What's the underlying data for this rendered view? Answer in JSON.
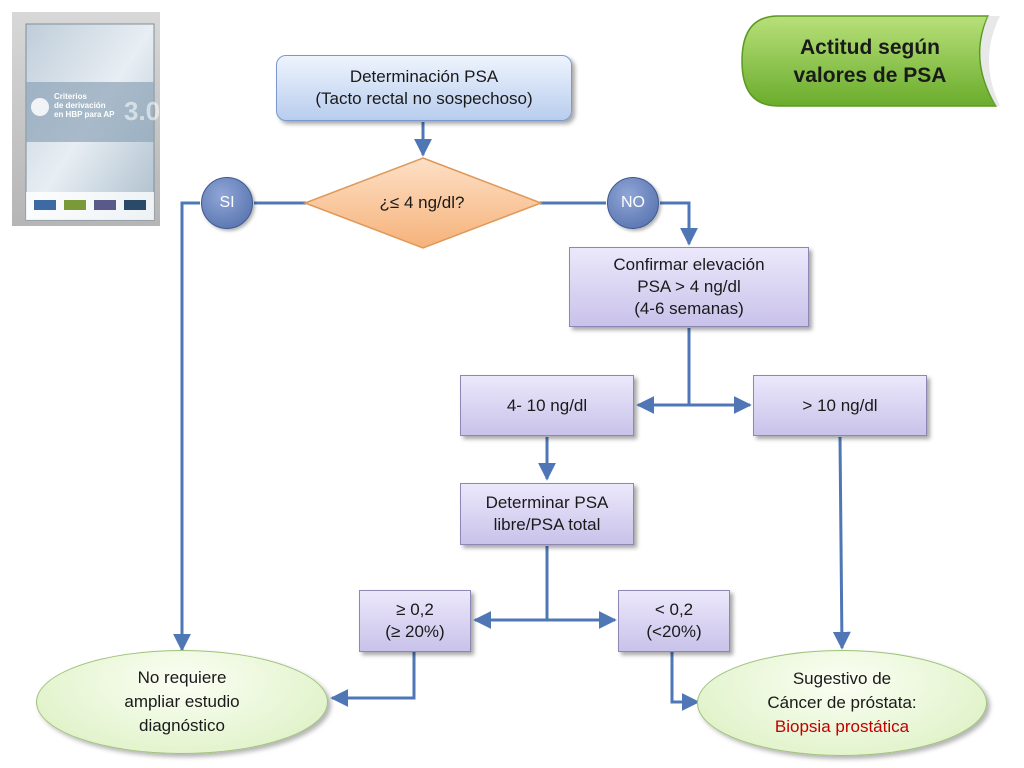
{
  "header": {
    "title_line1": "Actitud según",
    "title_line2": "valores de PSA"
  },
  "book": {
    "title_line1": "Criterios",
    "title_line2": "de derivación",
    "title_line3": "en HBP para AP",
    "number": "3.0"
  },
  "flow": {
    "start": {
      "line1": "Determinación PSA",
      "line2": "(Tacto rectal no sospechoso)"
    },
    "decision": {
      "text": "¿≤ 4 ng/dl?"
    },
    "yes_label": "SI",
    "no_label": "NO",
    "confirm": {
      "line1": "Confirmar elevación",
      "line2": "PSA > 4 ng/dl",
      "line3": "(4-6 semanas)"
    },
    "range_4_10": {
      "text": "4- 10 ng/dl"
    },
    "range_gt_10": {
      "text": "> 10 ng/dl"
    },
    "ratio": {
      "line1": "Determinar PSA",
      "line2": "libre/PSA total"
    },
    "ratio_high": {
      "line1": "≥ 0,2",
      "line2": "(≥ 20%)"
    },
    "ratio_low": {
      "line1": "< 0,2",
      "line2": "(<20%)"
    },
    "outcome_no": {
      "line1": "No requiere",
      "line2": "ampliar estudio",
      "line3": "diagnóstico"
    },
    "outcome_yes": {
      "line1": "Sugestivo de",
      "line2": "Cáncer de próstata:",
      "line3": "Biopsia prostática"
    }
  },
  "colors": {
    "connector": "#4f77b5",
    "highlight": "#c00000",
    "badge_green": "#7cb83d"
  }
}
